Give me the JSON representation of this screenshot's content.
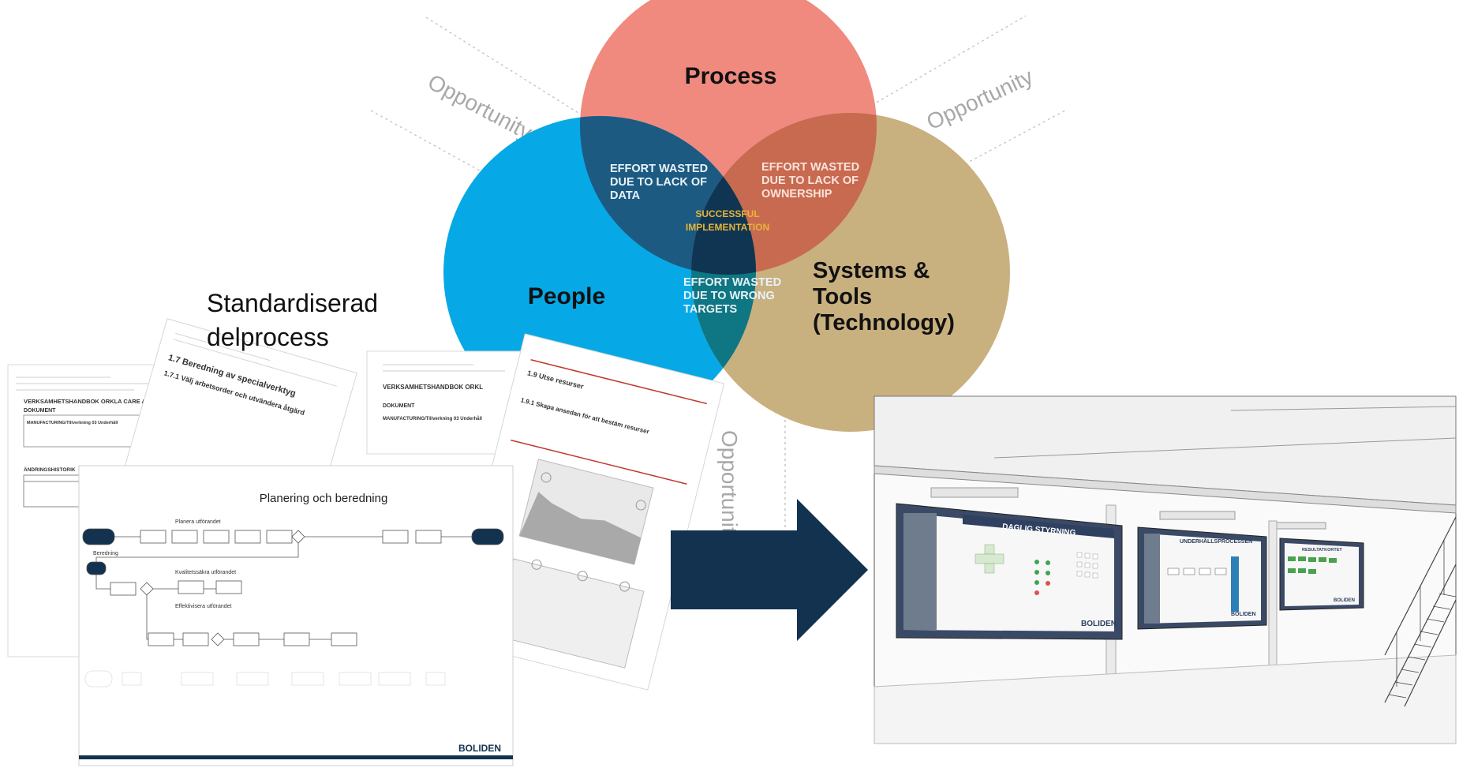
{
  "venn": {
    "process_label": "Process",
    "people_label": "People",
    "systems_label_line1": "Systems &",
    "systems_label_line2": "Tools",
    "systems_label_line3": "(Technology)",
    "pp_line1": "EFFORT WASTED",
    "pp_line2": "DUE TO LACK OF",
    "pp_line3": "DATA",
    "ps_line1": "EFFORT WASTED",
    "ps_line2": "DUE TO LACK OF",
    "ps_line3": "OWNERSHIP",
    "pt_line1": "EFFORT WASTED",
    "pt_line2": "DUE TO WRONG",
    "pt_line3": "TARGETS",
    "center_line1": "SUCCESSFUL",
    "center_line2": "IMPLEMENTATION",
    "opportunity": "Opportunity",
    "colors": {
      "process": "#f08a7e",
      "people": "#06a9e6",
      "systems": "#c9b07f",
      "process_people": "#1d5a82",
      "process_systems": "#c86a50",
      "people_systems": "#0f7683",
      "center": "#0f3552",
      "center_text": "#e8b43a"
    }
  },
  "caption": {
    "line1": "Standardiserad",
    "line2": "delprocess"
  },
  "front_doc": {
    "title": "Planering och beredning",
    "brand": "BOLIDEN",
    "lanes": [
      "Planera utförandet",
      "Beredning",
      "Kvalitetssäkra utförandet",
      "Effektivisera utförandet"
    ]
  },
  "back_doc_a": {
    "header": "VERKSAMHETSHANDBOK ORKLA CARE AB",
    "section": "DOKUMENT",
    "field": "MANUFACTURING/Tillverkning 03 Underhåll",
    "history": "ÄNDRINGSHISTORIK"
  },
  "back_doc_b": {
    "header": "VERKSAMHETSHANDBOK ORKL",
    "section": "DOKUMENT",
    "field": "MANUFACTURING/Tillverkning 03 Underhåll"
  },
  "tilted_doc": {
    "heading": "1.7 Beredning av specialverktyg",
    "sub": "1.7.1 Välj arbetsorder och utvändera åtgärd"
  },
  "right_doc": {
    "heading": "1.9 Utse resurser",
    "sub": "1.9.1 Skapa ansedan för att bestäm resurser"
  },
  "room": {
    "board1_title": "DAGLIG STYRNING",
    "board2_title": "UNDERHÅLLSPROCESSEN",
    "board3_title": "RESULTATKORTET",
    "brand": "BOLIDEN"
  },
  "arrow_color": "#12324f"
}
